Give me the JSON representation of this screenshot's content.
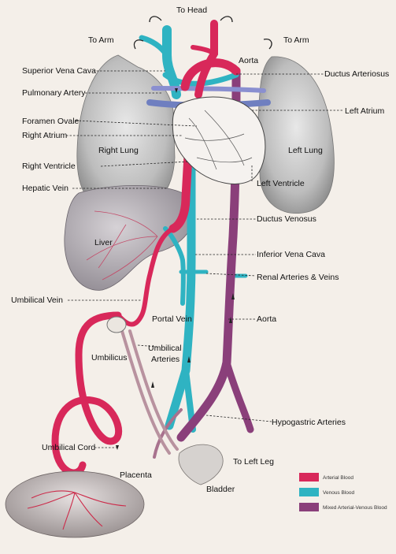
{
  "labels": {
    "to_head": "To Head",
    "to_arm_left": "To Arm",
    "to_arm_right": "To Arm",
    "aorta_top": "Aorta",
    "superior_vena_cava": "Superior Vena Cava",
    "ductus_arteriosus": "Ductus Arteriosus",
    "pulmonary_artery": "Pulmonary Artery",
    "left_atrium": "Left Atrium",
    "foramen_ovale": "Foramen Ovale",
    "right_atrium": "Right Atrium",
    "right_lung": "Right Lung",
    "left_lung": "Left Lung",
    "right_ventricle": "Right Ventricle",
    "hepatic_vein": "Hepatic Vein",
    "left_ventricle": "Left Ventricle",
    "ductus_venosus": "Ductus Venosus",
    "liver": "Liver",
    "inferior_vena_cava": "Inferior Vena Cava",
    "renal": "Renal Arteries & Veins",
    "umbilical_vein": "Umbilical Vein",
    "portal_vein": "Portal Vein",
    "aorta_lower": "Aorta",
    "umbilicus": "Umbilicus",
    "umbilical_arteries_1": "Umbilical",
    "umbilical_arteries_2": "Arteries",
    "hypogastric_arteries": "Hypogastric Arteries",
    "umbilical_cord": "Umbilical Cord",
    "to_left_leg": "To Left Leg",
    "placenta": "Placenta",
    "bladder": "Bladder"
  },
  "legend": [
    {
      "label": "Arterial Blood",
      "color": "#d8285a"
    },
    {
      "label": "Venous Blood",
      "color": "#2fb3c2"
    },
    {
      "label": "Mixed Arterial-Venous Blood",
      "color": "#8a3f7a"
    }
  ]
}
